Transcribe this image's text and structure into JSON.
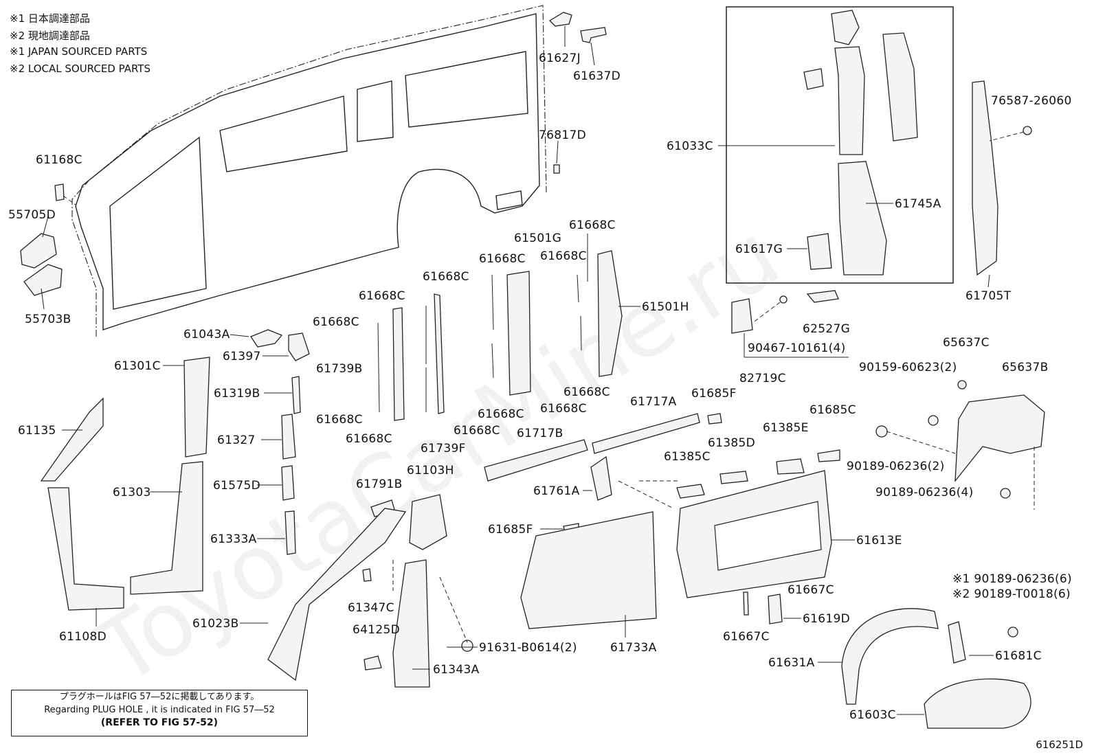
{
  "legend": [
    "※1 日本調達部品",
    "※2 現地調達部品",
    "※1 JAPAN SOURCED PARTS",
    "※2 LOCAL SOURCED PARTS"
  ],
  "watermark": "ToyotaCarMine.ru",
  "note": {
    "line_ja": "プラグホールはFIG 57―52に掲載してあります。",
    "line_en": "Regarding PLUG HOLE , it is indicated in FIG 57―52",
    "line_ref": "(REFER TO FIG 57-52)"
  },
  "diagram_id": "616251D",
  "labels": {
    "p61627J": "61627J",
    "p61637D": "61637D",
    "p76817D": "76817D",
    "p61168C": "61168C",
    "p55705D": "55705D",
    "p55703B": "55703B",
    "p61033C": "61033C",
    "p61745A": "61745A",
    "p61617G": "61617G",
    "p76587": "76587-26060",
    "p61705T": "61705T",
    "p61501G": "61501G",
    "p61501H": "61501H",
    "p61043A": "61043A",
    "p61397": "61397",
    "p61301C": "61301C",
    "p61319B": "61319B",
    "p61135": "61135",
    "p61327": "61327",
    "p61303": "61303",
    "p61575D": "61575D",
    "p61333A": "61333A",
    "p61108D": "61108D",
    "p61739B": "61739B",
    "p61739F": "61739F",
    "p61668C": "61668C",
    "p61717A": "61717A",
    "p61717B": "61717B",
    "p61685F": "61685F",
    "p61685C": "61685C",
    "p61385E": "61385E",
    "p61385D": "61385D",
    "p61385C": "61385C",
    "p61761A": "61761A",
    "p61791B": "61791B",
    "p61103H": "61103H",
    "p61023B": "61023B",
    "p61347C": "61347C",
    "p64125D": "64125D",
    "p61343A": "61343A",
    "p91631": "91631-B0614(2)",
    "p61733A": "61733A",
    "p61613E": "61613E",
    "p61667C": "61667C",
    "p61619D": "61619D",
    "p62527G": "62527G",
    "p90467": "90467-10161(4)",
    "p82719C": "82719C",
    "p65637C": "65637C",
    "p65637B": "65637B",
    "p90159": "90159-60623(2)",
    "p90189a": "90189-06236(2)",
    "p90189b": "90189-06236(4)",
    "p90189c": "※1 90189-06236(6)",
    "p90189d": "※2 90189-T0018(6)",
    "p61631A": "61631A",
    "p61681C": "61681C",
    "p61603C": "61603C"
  }
}
